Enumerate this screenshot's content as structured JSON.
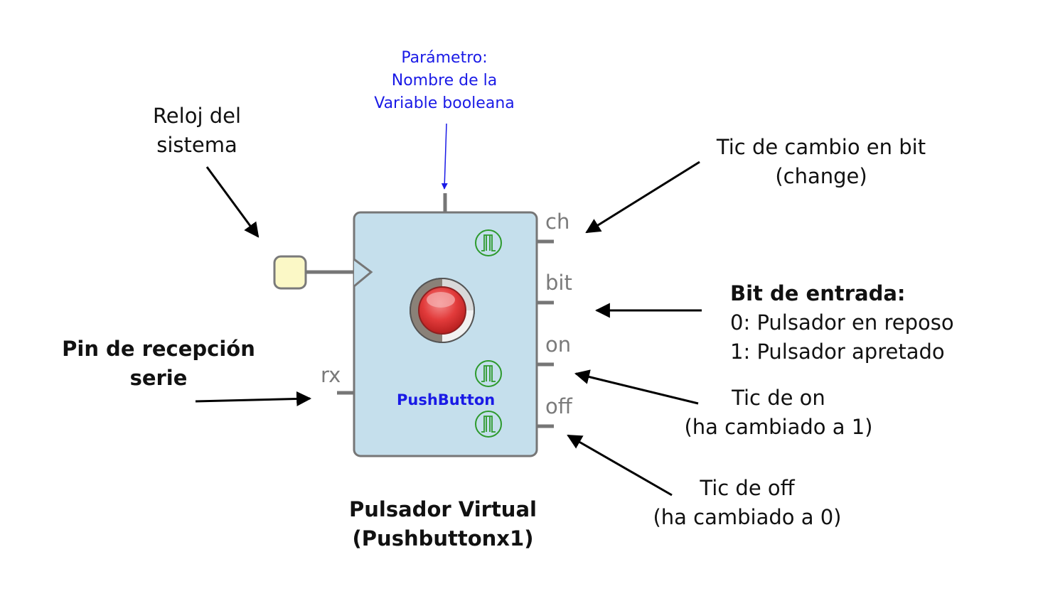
{
  "parameter_note": {
    "line1": "Parámetro:",
    "line2": "Nombre de la",
    "line3": "Variable booleana"
  },
  "clock_note": {
    "line1": "Reloj del",
    "line2": "sistema"
  },
  "rx_note": {
    "line1": "Pin de recepción",
    "line2": "serie"
  },
  "change_note": {
    "line1": "Tic de cambio en bit",
    "line2": "(change)"
  },
  "bit_note": {
    "title": "Bit de entrada:",
    "line1": "0: Pulsador en reposo",
    "line2": "1: Pulsador apretado"
  },
  "on_note": {
    "line1": "Tic de on",
    "line2": "(ha cambiado a 1)"
  },
  "off_note": {
    "line1": "Tic de off",
    "line2": "(ha cambiado a 0)"
  },
  "block": {
    "name": "PushButton",
    "ports": {
      "ch": "ch",
      "bit": "bit",
      "on": "on",
      "off": "off",
      "rx": "rx"
    },
    "colors": {
      "body": "#c5dfec",
      "border": "#767676",
      "clock_input": "#fbf8c6",
      "led": "#e23b3b",
      "pulse_icon": "#2d9a2d"
    }
  },
  "caption": {
    "line1": "Pulsador Virtual",
    "line2": "(Pushbuttonx1)"
  }
}
